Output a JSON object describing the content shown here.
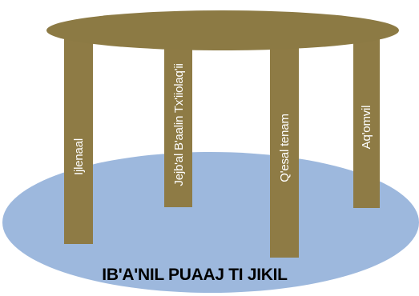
{
  "diagram": {
    "pillars": [
      {
        "label": "Ijlenaal"
      },
      {
        "label": "Jejb'al B'aalin Tx'iiolaq'ii"
      },
      {
        "label": "Q'esal tenam"
      },
      {
        "label": "Aq'omvil"
      }
    ],
    "base": {
      "title": "IB'A'NIL PUAAJ TI JIKIL"
    }
  },
  "colors": {
    "wood": "#8E7B45",
    "wood_top": "#8C7A44",
    "base": "#9DB8DD",
    "label_text": "#FFFFFF",
    "title_text": "#000000"
  }
}
